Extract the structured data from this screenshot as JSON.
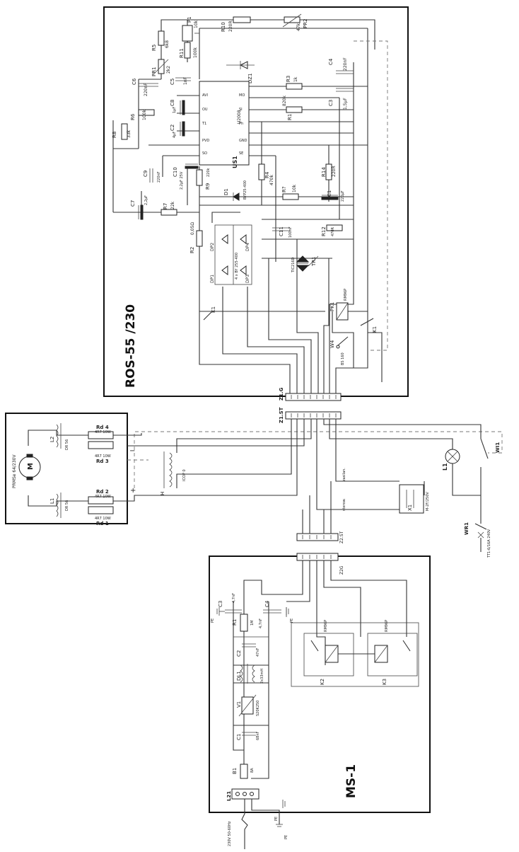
{
  "modules": {
    "controller_title": "ROS-55 /230",
    "bottom_title": "MS-1"
  },
  "connectors": {
    "z1g": "Z1.G",
    "z1st": "Z1.ST",
    "z2st": "Z2.ST",
    "z2g": "Z2G"
  },
  "top_components": {
    "p1": "P1",
    "p1_val": "10k",
    "r10": "R10",
    "r10_val": "220R",
    "pr2": "PR2",
    "pr2_val": "47k",
    "r5": "R5",
    "r5_val": "6k8",
    "pr1": "PR1",
    "pr1_val": "2k2",
    "r11": "R11",
    "r11_val": "100k",
    "dz1": "DZ1",
    "c6": "C6",
    "c6_val": "220nF",
    "c5": "C5",
    "c5_val": "1nF",
    "c4": "C4",
    "c4_val": "220nF",
    "r3": "R3",
    "r3_val": "1k",
    "c8": "C8",
    "c8_val": "1μF",
    "c3": "C3",
    "c3_val": "1,5μF",
    "r6": "R6",
    "r6_val": "100k",
    "r8": "R8",
    "r8_val": "33k",
    "c2": "C2",
    "c2_val": "4μF",
    "r1": "R1",
    "r1_val": "820k",
    "us1": "US1",
    "us1_type": "U2008",
    "c10": "C10",
    "c10_val": "2,2μF 25V",
    "c9": "C9",
    "c9_val": "220nF",
    "r9": "R9",
    "r9_val": "220k",
    "r4": "R4",
    "r4_val": "470k",
    "r14": "R14",
    "r14_val": "220R",
    "d1": "D1",
    "d1_type": "BYP25-400",
    "r7": "R7",
    "r7_val": "22k",
    "c7": "C7",
    "c7_val": "2,2μF",
    "r2": "R2",
    "r2_val": "0,05Ω",
    "rr": "R?",
    "rr_val": "10k",
    "c1": "C1",
    "c1_val": "220μF",
    "c11": "C11",
    "c11_val": "100nF",
    "r12": "R12",
    "r12_val": "470R",
    "dp1": "DP1",
    "dp2": "DP2",
    "dp3": "DP3",
    "dp4": "DP4",
    "bridge_type": "4 x BY 255-400",
    "tr1": "TR1",
    "tr1_type": "TIC216D",
    "k1": "K1",
    "pk1": "PK1",
    "pk1_type": "RM96P",
    "w4": "W4",
    "w4_val": "BS 160"
  },
  "motor_block": {
    "motor": "M",
    "motor_type": "PRMSe 64/230V",
    "rd4": "Rd 4",
    "rd4_val": "4R7 10W",
    "rd3": "Rd 3",
    "rd3_val": "4R7 10W",
    "rd2": "Rd 2",
    "rd2_val": "4R7 10W",
    "rd1": "Rd 1",
    "rd1_val": "4R7 10W",
    "l2": "L2",
    "l2_val": "DR 56",
    "l1": "L1",
    "l1_val": "DR 56",
    "minus": "−",
    "plus": "+",
    "h_coil": "H",
    "h_coil_val": "ICOP 0"
  },
  "right_side": {
    "lamp": "L1",
    "sw1": "WI1",
    "wr1": "WR1",
    "wr1_type": "TT1-6/16A 240V",
    "zasilanie": "zasilan.",
    "sterow": "sterow.",
    "x1": "X1",
    "x1_type": "M-2F/250V"
  },
  "bottom_components": {
    "c3": "C3",
    "c3_val": "4,7nF",
    "c4": "C4",
    "c4_val": "4,7nF",
    "r1": "R1",
    "r1_val": "1M",
    "c2": "C2",
    "c2_val": "47nF",
    "dl1": "DL1",
    "dl1_val": "2x33mH",
    "v1": "V1",
    "v1_type": "S20K250",
    "c1": "C1",
    "c1_val": "68nF",
    "b1": "B1",
    "b1_val": "8A",
    "l21": "L21",
    "supply": "230V 50-60Hz",
    "pe1": "PE",
    "pe2": "PE",
    "pe3": "PE",
    "k2": "K2",
    "k3": "K3",
    "relay_type": "RM96P"
  }
}
